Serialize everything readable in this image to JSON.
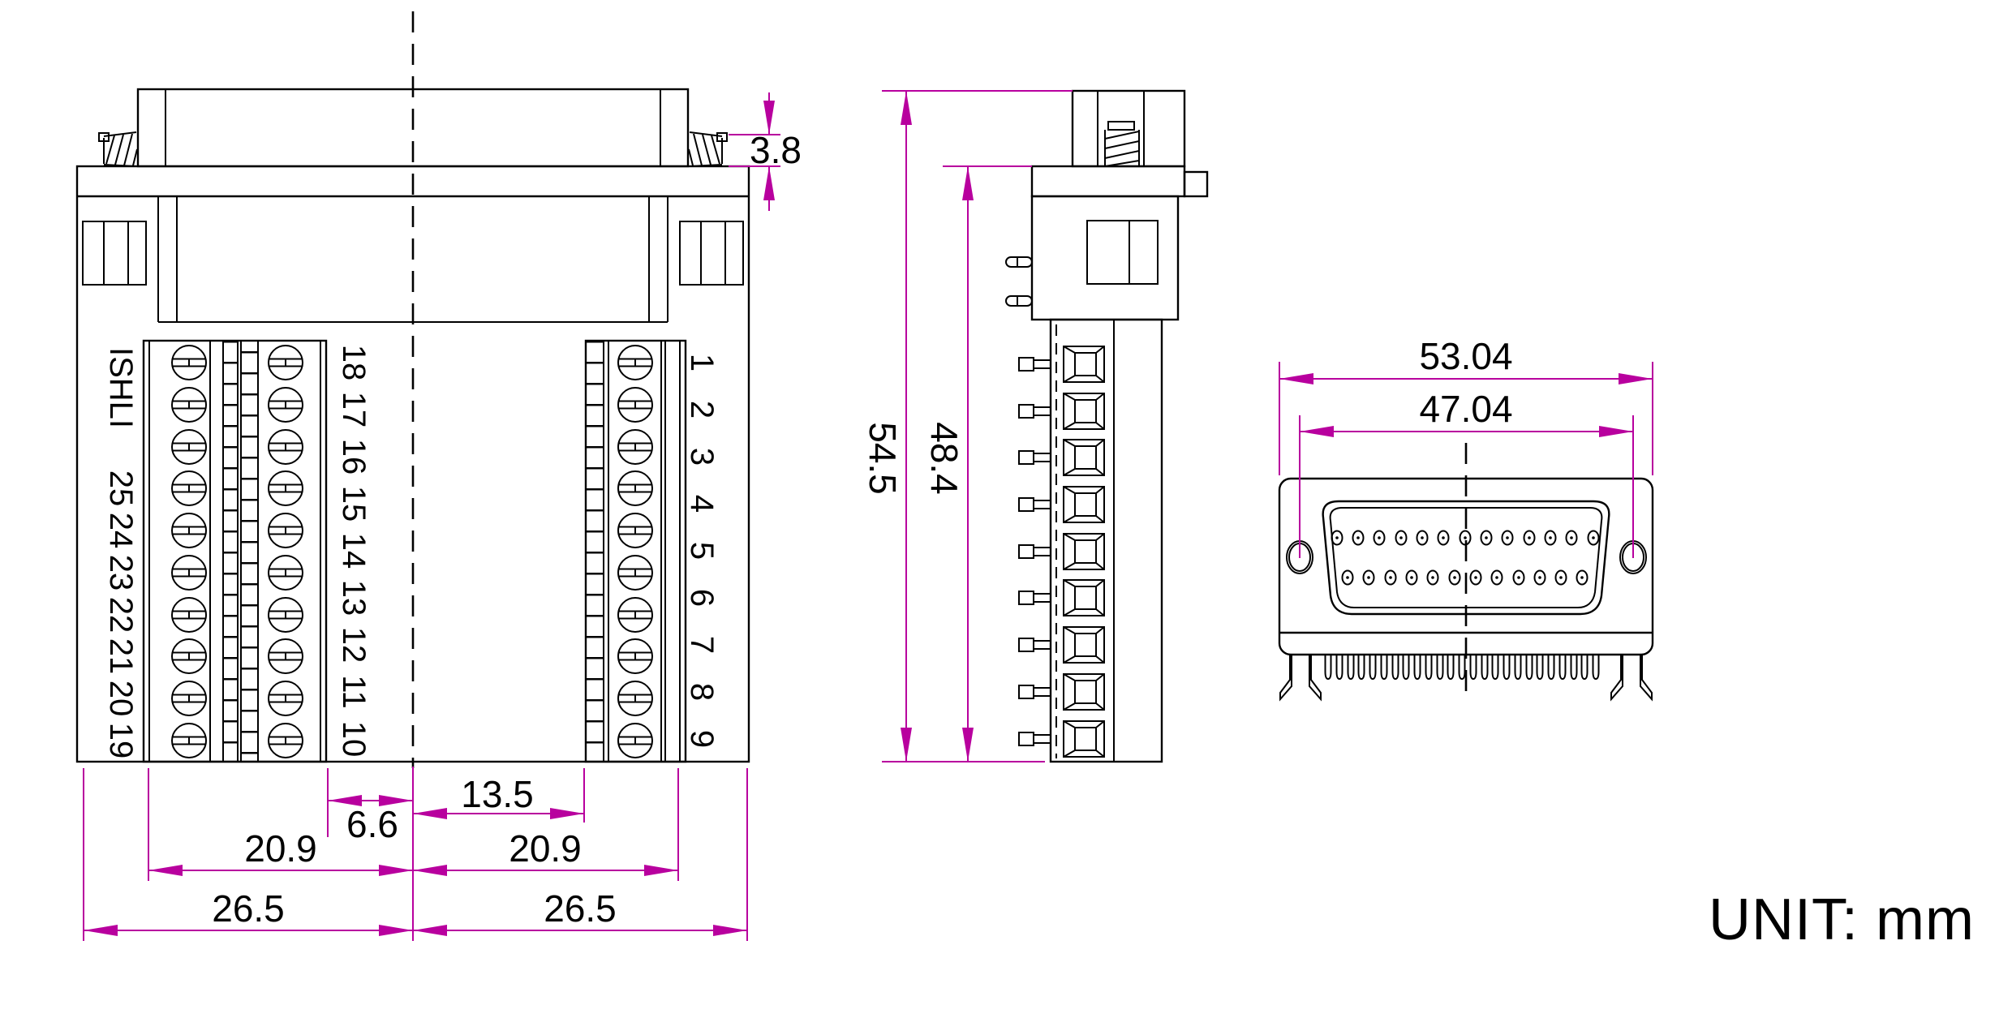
{
  "unit_note": "UNIT: mm",
  "colors": {
    "dimension_line": "#b8009e",
    "drawing_line": "#000000"
  },
  "front_view": {
    "brand": "ISHLI",
    "dims": {
      "screw_height": "3.8",
      "center_to_left_block": "6.6",
      "center_to_right_block": "13.5",
      "left_block_width": "20.9",
      "right_block_width": "20.9",
      "left_half_width": "26.5",
      "right_half_width": "26.5"
    },
    "left_terminal_labels": [
      "25",
      "24",
      "23",
      "22",
      "21",
      "20",
      "19"
    ],
    "middle_terminal_labels": [
      "18",
      "17",
      "16",
      "15",
      "14",
      "13",
      "12",
      "11",
      "10"
    ],
    "right_terminal_labels": [
      "1",
      "2",
      "3",
      "4",
      "5",
      "6",
      "7",
      "8",
      "9"
    ]
  },
  "side_view": {
    "dims": {
      "total_height": "54.5",
      "lower_height": "48.4"
    }
  },
  "face_view": {
    "dims": {
      "shell_width": "53.04",
      "mount_hole_spacing": "47.04"
    }
  }
}
